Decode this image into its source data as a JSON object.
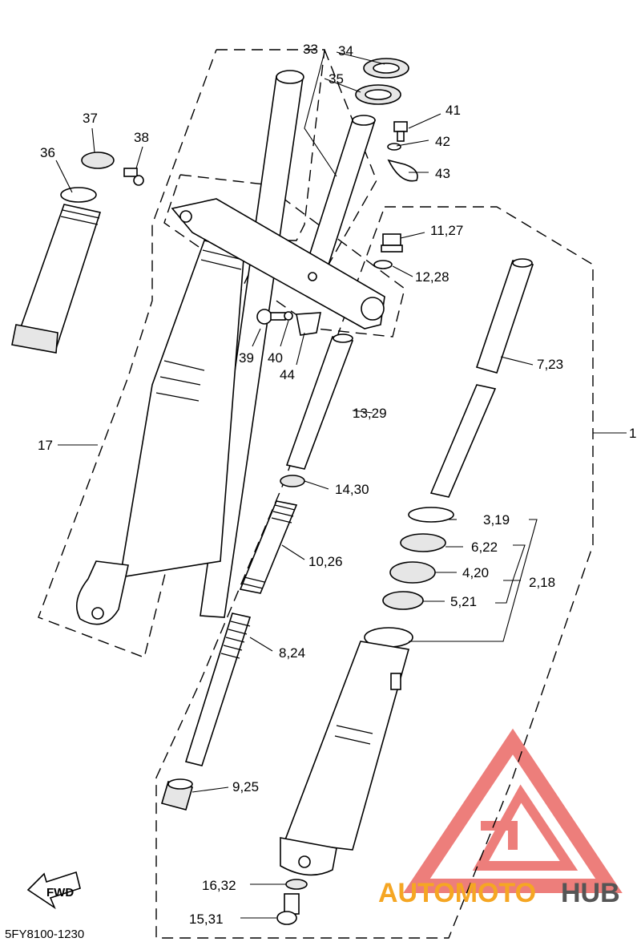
{
  "diagram": {
    "reference_code": "5FY8100-1230",
    "fwd_label": "FWD",
    "watermark": {
      "text_part1": "AUTOMOTO",
      "text_part2": "HUB",
      "color_red": "#e8534f",
      "color_orange": "#f5a623",
      "color_gray": "#555555"
    },
    "labels": {
      "l1": "1",
      "l2_18": "2,18",
      "l3_19": "3,19",
      "l4_20": "4,20",
      "l5_21": "5,21",
      "l6_22": "6,22",
      "l7_23": "7,23",
      "l8_24": "8,24",
      "l9_25": "9,25",
      "l10_26": "10,26",
      "l11_27": "11,27",
      "l12_28": "12,28",
      "l13_29": "13,29",
      "l14_30": "14,30",
      "l15_31": "15,31",
      "l16_32": "16,32",
      "l17": "17",
      "l33": "33",
      "l34": "34",
      "l35": "35",
      "l36": "36",
      "l37": "37",
      "l38": "38",
      "l39": "39",
      "l40": "40",
      "l41": "41",
      "l42": "42",
      "l43": "43",
      "l44": "44"
    }
  }
}
